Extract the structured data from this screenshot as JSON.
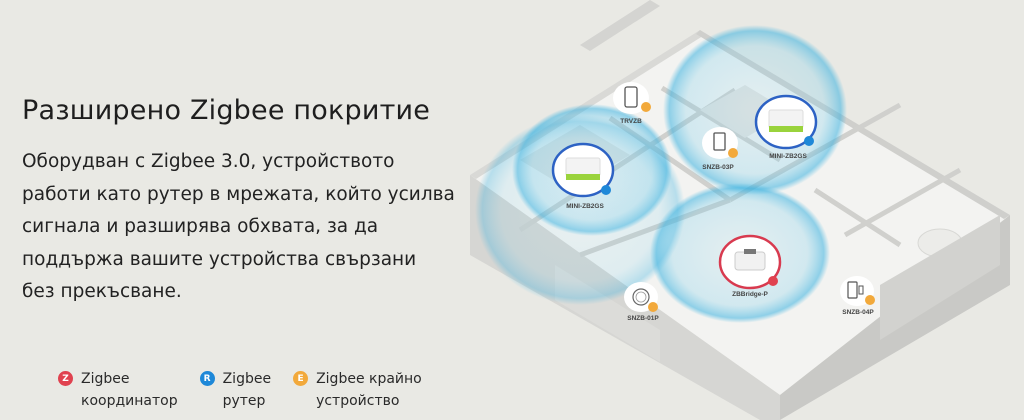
{
  "heading": {
    "title": "Разширено Zigbee покритие",
    "description_lines": [
      "Оборудван с Zigbee 3.0, устройството",
      "работи като рутер в мрежата, който усилва",
      "сигнала и разширява обхвата, за да",
      "поддържа вашите устройства свързани",
      "без прекъсване."
    ]
  },
  "legend": [
    {
      "icon": "zigbee-coordinator-icon",
      "glyph": "Z",
      "color": "#e0424f",
      "line1": "Zigbee",
      "line2": "координатор"
    },
    {
      "icon": "zigbee-router-icon",
      "glyph": "R",
      "color": "#1e88d8",
      "line1": "Zigbee",
      "line2": "рутер"
    },
    {
      "icon": "zigbee-end-device-icon",
      "glyph": "E",
      "color": "#f2a93b",
      "line1": "Zigbee крайно",
      "line2": "устройство"
    }
  ],
  "devices": [
    {
      "name": "TRVZB",
      "role": "end-device"
    },
    {
      "name": "MINI-ZB2GS",
      "role": "router"
    },
    {
      "name": "SNZB-03P",
      "role": "end-device"
    },
    {
      "name": "MINI-ZB2GS",
      "role": "router"
    },
    {
      "name": "ZBBridge-P",
      "role": "coordinator"
    },
    {
      "name": "SNZB-01P",
      "role": "end-device"
    },
    {
      "name": "SNZB-04P",
      "role": "end-device"
    }
  ],
  "colors": {
    "background": "#e9e9e4",
    "coordinator": "#e0424f",
    "router": "#1e88d8",
    "end_device": "#f2a93b",
    "coverage": "#5ec3e6",
    "device_green": "#9ad33c"
  }
}
